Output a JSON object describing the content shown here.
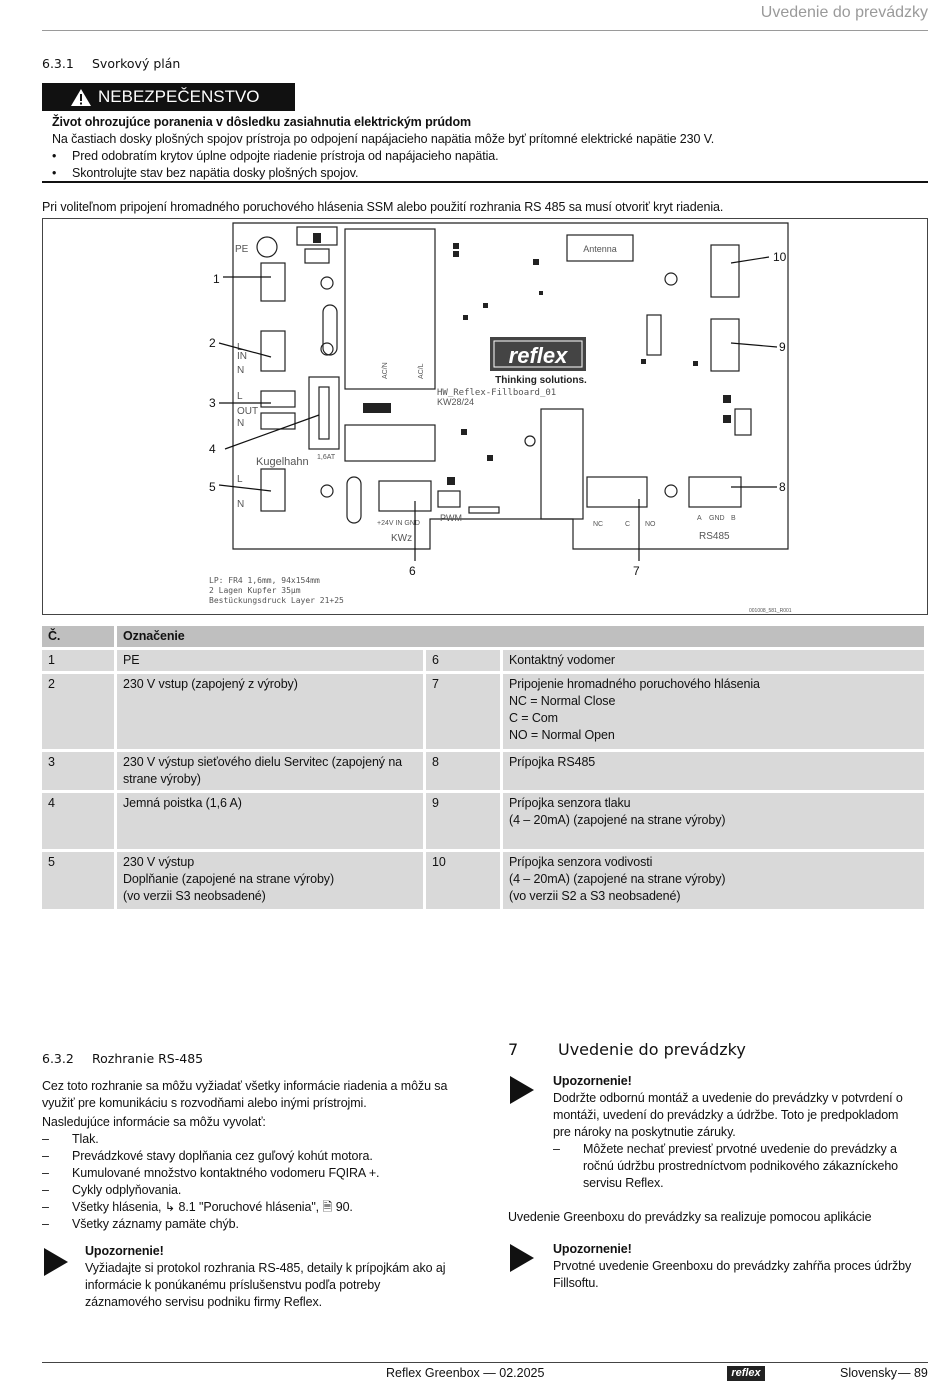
{
  "header": {
    "title": "Uvedenie do prevádzky"
  },
  "section_631": {
    "number": "6.3.1",
    "title": "Svorkový plán"
  },
  "danger": {
    "label": "NEBEZPEČENSTVO",
    "headline": "Život ohrozujúce poranenia v dôsledku zasiahnutia elektrickým prúdom",
    "text": "Na častiach dosky plošných spojov prístroja po odpojení napájacieho napätia môže byť prítomné elektrické napätie 230 V.",
    "bullets": [
      "Pred odobratím krytov úplne odpojte riadenie prístroja od napájacieho napätia.",
      "Skontrolujte stav bez napätia dosky plošných spojov."
    ]
  },
  "intro_text": "Pri voliteľnom pripojení hromadného poruchového hlásenia SSM alebo použití rozhrania RS 485 sa musí otvoriť kryt riadenia.",
  "figure": {
    "pe": "PE",
    "antenna": "Antenna",
    "in": "IN",
    "out": "OUT",
    "l": "L",
    "n": "N",
    "kugelhahn": "Kugelhahn",
    "fuse": "1,6AT",
    "hw_label": "HW_Reflex-Fillboard_01",
    "kw": "KW28/24",
    "logo": "reflex",
    "slogan": "Thinking solutions.",
    "pwm": "PWM",
    "kwz": "KWz",
    "pins_24v": "+24V  IN  GND",
    "nc": "NC",
    "c": "C",
    "no": "NO",
    "a": "A",
    "gnd": "GND",
    "b": "B",
    "rs485": "RS485",
    "acn": "AC/N",
    "acl": "AC/L",
    "lp_lines": [
      "LP: FR4  1,6mm, 94x154mm",
      "2 Lagen Kupfer 35µm",
      "Bestückungsdruck Layer 21+25"
    ],
    "code": "001008_581_R001",
    "callouts": [
      "1",
      "2",
      "3",
      "4",
      "5",
      "6",
      "7",
      "8",
      "9",
      "10"
    ]
  },
  "table": {
    "headers": [
      "Č.",
      "Označenie"
    ],
    "rows": [
      {
        "n1": "1",
        "d1": [
          "PE"
        ],
        "n2": "6",
        "d2": [
          "Kontaktný vodomer"
        ]
      },
      {
        "n1": "2",
        "d1": [
          "230 V vstup (zapojený z výroby)"
        ],
        "n2": "7",
        "d2": [
          "Pripojenie hromadného poruchového hlásenia",
          "NC = Normal Close",
          "C = Com",
          "NO = Normal Open"
        ]
      },
      {
        "n1": "3",
        "d1": [
          "230 V výstup sieťového dielu Servitec (zapojený na strane výroby)"
        ],
        "n2": "8",
        "d2": [
          "Prípojka RS485"
        ]
      },
      {
        "n1": "4",
        "d1": [
          "Jemná poistka (1,6 A)"
        ],
        "n2": "9",
        "d2": [
          "Prípojka senzora tlaku",
          "(4 – 20mA) (zapojené na strane výroby)"
        ]
      },
      {
        "n1": "5",
        "d1": [
          "230 V výstup",
          "Doplňanie (zapojené na strane výroby)",
          "(vo verzii S3 neobsadené)"
        ],
        "n2": "10",
        "d2": [
          "Prípojka senzora vodivosti",
          "(4 – 20mA) (zapojené na strane výroby)",
          "(vo verzii S2 a S3 neobsadené)"
        ]
      }
    ]
  },
  "section_632": {
    "number": "6.3.2",
    "title": "Rozhranie RS-485",
    "para1": "Cez toto rozhranie sa môžu vyžiadať všetky informácie riadenia a môžu sa využiť pre komunikáciu s rozvodňami alebo inými prístrojmi.",
    "para2": "Nasledujúce informácie sa môžu vyvolať:",
    "items": [
      "Tlak.",
      "Prevádzkové stavy doplňania cez guľový kohút motora.",
      "Kumulované množstvo kontaktného vodomeru FQIRA +.",
      "Cykly odplyňovania.",
      "Všetky hlásenia, ↳ 8.1 \"Poruchové hlásenia\", 🗎 90.",
      "Všetky záznamy pamäte chýb."
    ],
    "note_title": "Upozornenie!",
    "note_text": "Vyžiadajte si protokol rozhrania RS-485, detaily k prípojkám ako aj informácie k ponúkanému príslušenstvu podľa potreby záznamového servisu podniku firmy Reflex."
  },
  "section_7": {
    "number": "7",
    "title": "Uvedenie do prevádzky",
    "note1_title": "Upozornenie!",
    "note1_text": "Dodržte odbornú montáž a uvedenie do prevádzky v potvrdení o montáži, uvedení do prevádzky a údržbe. Toto je predpokladom pre nároky na poskytnutie záruky.",
    "note1_item": "Môžete nechať previesť prvotné uvedenie do prevádzky a ročnú údržbu prostredníctvom podnikového zákazníckeho servisu Reflex.",
    "para": "Uvedenie Greenboxu do prevádzky sa realizuje pomocou aplikácie",
    "note2_title": "Upozornenie!",
    "note2_text": "Prvotné uvedenie Greenboxu do prevádzky zahŕňa proces údržby Fillsoftu."
  },
  "footer": {
    "product": "Reflex Greenbox — 02.2025",
    "logo": "reflex",
    "lang": "Slovensky",
    "page": "— 89"
  }
}
